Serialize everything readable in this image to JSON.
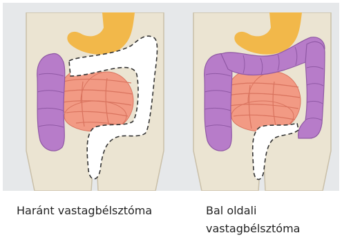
{
  "captions": {
    "left": "Haránt vastagbélsztóma",
    "right_line1": "Bal oldali",
    "right_line2": "vastagbélsztóma"
  },
  "colors": {
    "background": "#e6e8ea",
    "body": "#ebe4d2",
    "body_outline": "#c9bfa8",
    "stomach": "#f2b84a",
    "small_intestine": "#f29a84",
    "colon_active": "#b77cc9",
    "colon_removed": "#ffffff",
    "dashed_line": "#333333"
  }
}
